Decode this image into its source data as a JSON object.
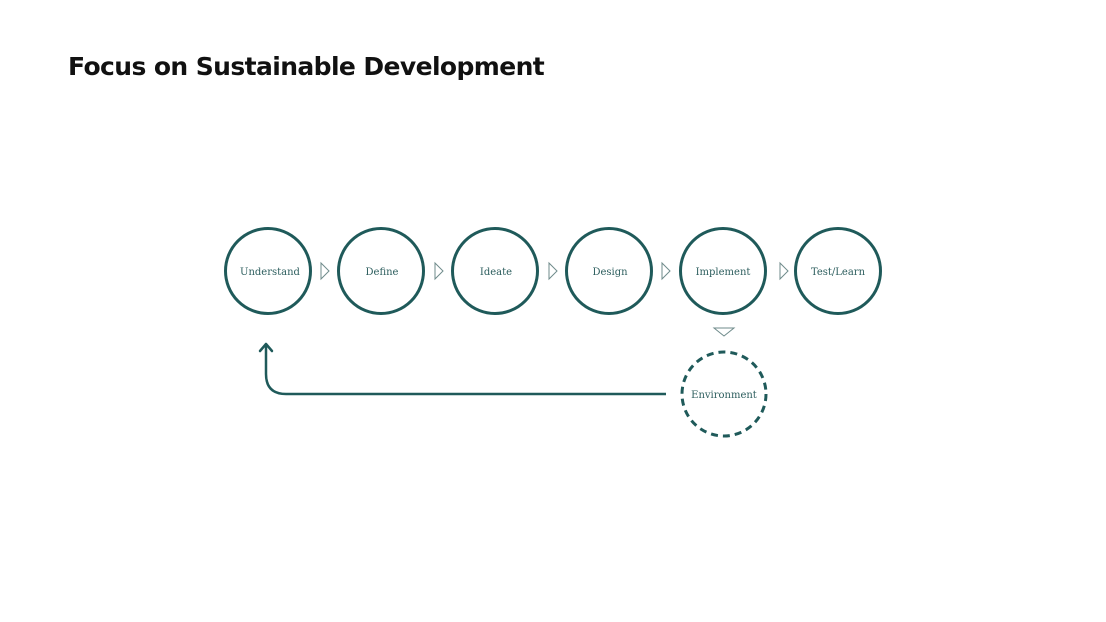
{
  "title": "Focus on Sustainable Development",
  "colors": {
    "accent": "#1f5a5a",
    "arrow_outline": "#6f8b8b",
    "label": "#2d5e5e"
  },
  "steps": [
    {
      "label": "Understand"
    },
    {
      "label": "Define"
    },
    {
      "label": "Ideate"
    },
    {
      "label": "Design"
    },
    {
      "label": "Implement"
    },
    {
      "label": "Test/Learn"
    }
  ],
  "environment": {
    "label": "Environment"
  }
}
